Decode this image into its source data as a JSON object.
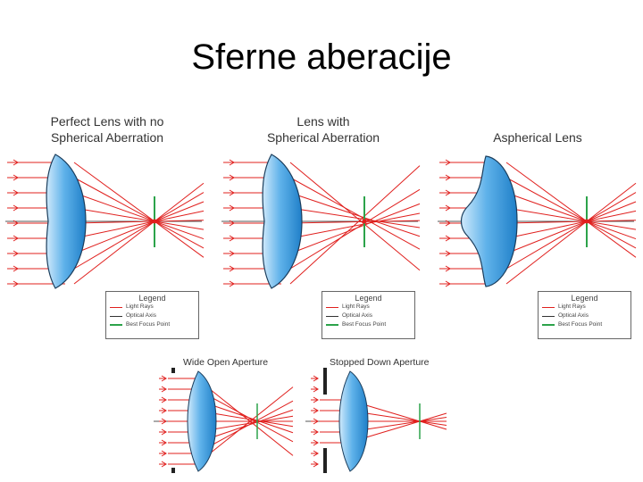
{
  "title": "Sferne aberacije",
  "panels": [
    {
      "title_line1": "Perfect Lens with no",
      "title_line2": "Spherical Aberration"
    },
    {
      "title_line1": "Lens with",
      "title_line2": "Spherical Aberration"
    },
    {
      "title_line1": "Aspherical Lens",
      "title_line2": ""
    }
  ],
  "legend": {
    "title": "Legend",
    "title_alt": "Legend",
    "rays": "Light Rays",
    "axis": "Optical Axis",
    "focus": "Best Focus Point"
  },
  "aperture": {
    "wide": "Wide Open Aperture",
    "stopped": "Stopped Down Aperture"
  },
  "colors": {
    "rays": "#e0201e",
    "axis": "#333333",
    "focus": "#2ca34a",
    "lens_light": "#cfe9fb",
    "lens_dark": "#1f7fc8"
  }
}
